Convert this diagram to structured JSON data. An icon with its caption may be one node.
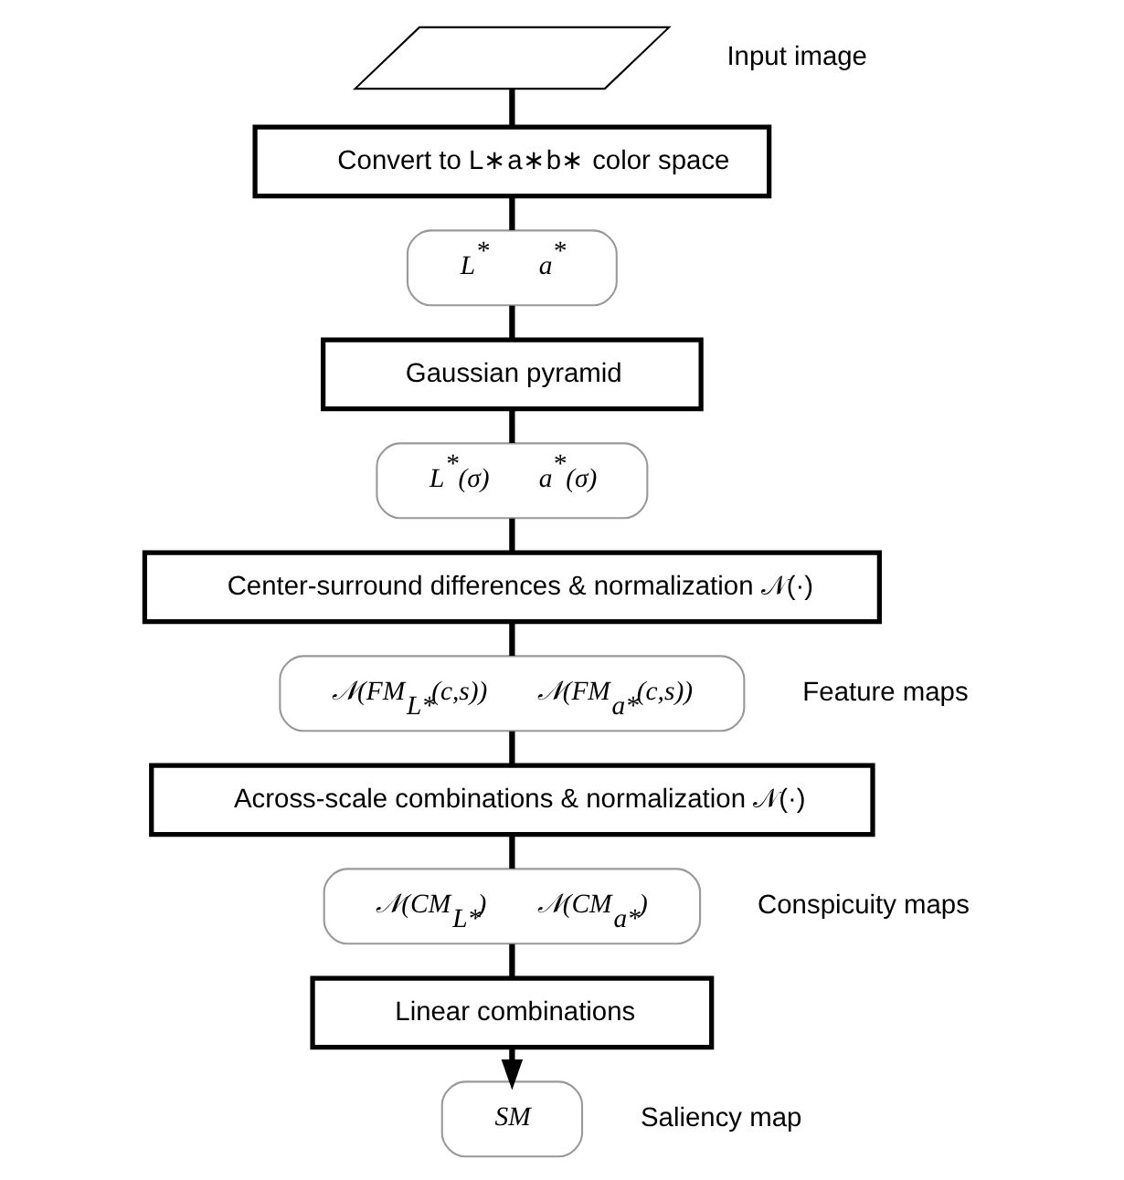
{
  "diagram": {
    "nodes": [
      {
        "text": [],
        "shape": "parallelogram",
        "beside": [
          "Input image"
        ]
      },
      {
        "text": [
          "Convert to L∗a∗b∗ color space"
        ]
      },
      {
        "text": [
          "L$^{*}$",
          "a$^{*}$"
        ]
      },
      {
        "text": [
          "Gaussian pyramid"
        ]
      },
      {
        "text": [
          "L$^{*}$(σ)",
          "a$^{*}$(σ)"
        ]
      },
      {
        "text": [
          "Center-surround differences & normalization 𝒩(·)"
        ]
      },
      {
        "text": [
          "𝒩(FM$_{L*}$(c,s))",
          "𝒩(FM$_{a*}$(c,s))"
        ],
        "beside": [
          "Feature maps"
        ]
      },
      {
        "text": [
          "Across-scale combinations & normalization 𝒩(·)"
        ]
      },
      {
        "text": [
          "𝒩(CM$_{L*}$)",
          "𝒩(CM$_{a*}$)"
        ],
        "beside": [
          "Conspicuity maps"
        ]
      },
      {
        "text": [
          "Linear combinations"
        ]
      },
      {
        "text": [
          "SM"
        ],
        "beside": [
          "Saliency map"
        ]
      }
    ],
    "edges": [
      {
        "from": 0,
        "to": 1,
        "arrow": "none"
      },
      {
        "from": 1,
        "to": 2,
        "arrow": "none"
      },
      {
        "from": 2,
        "to": 3,
        "arrow": "none"
      },
      {
        "from": 3,
        "to": 4,
        "arrow": "none"
      },
      {
        "from": 4,
        "to": 5,
        "arrow": "none"
      },
      {
        "from": 5,
        "to": 6,
        "arrow": "none"
      },
      {
        "from": 6,
        "to": 7,
        "arrow": "none"
      },
      {
        "from": 7,
        "to": 8,
        "arrow": "none"
      },
      {
        "from": 8,
        "to": 9,
        "arrow": "none"
      },
      {
        "from": 9,
        "to": 10,
        "arrow": "to"
      }
    ]
  }
}
